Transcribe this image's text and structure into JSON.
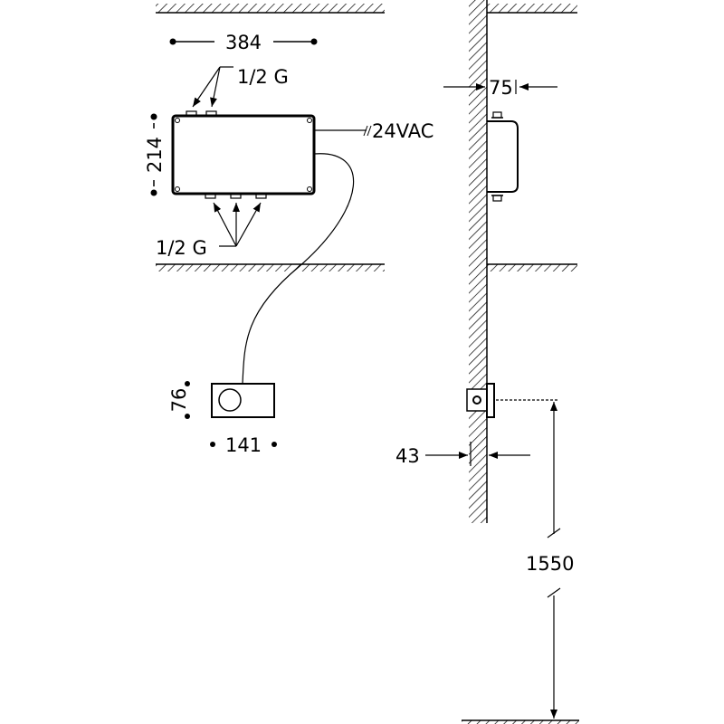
{
  "labels": {
    "box_width": "384",
    "box_height": "214",
    "top_connection": "1/2 G",
    "bottom_connection": "1/2 G",
    "power": "24VAC",
    "sensor_height": "76",
    "sensor_width": "141",
    "box_depth": "75",
    "sensor_depth": "43",
    "mount_height": "1550"
  },
  "colors": {
    "line": "#000000",
    "background": "#ffffff"
  }
}
